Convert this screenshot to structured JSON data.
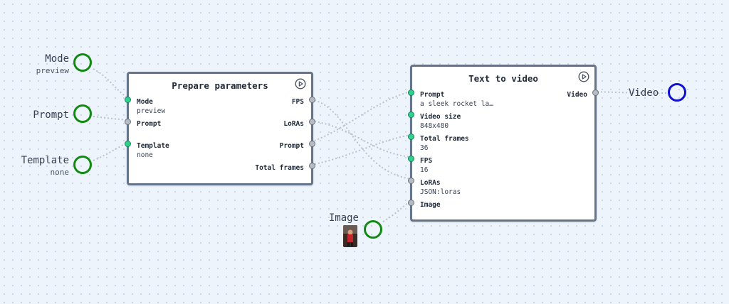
{
  "inputs": {
    "mode": {
      "label": "Mode",
      "value": "preview"
    },
    "prompt": {
      "label": "Prompt"
    },
    "template": {
      "label": "Template",
      "value": "none"
    },
    "image": {
      "label": "Image"
    }
  },
  "outputs": {
    "video": {
      "label": "Video"
    }
  },
  "nodes": {
    "prepare": {
      "title": "Prepare parameters",
      "inputs": [
        {
          "label": "Mode",
          "value": "preview"
        },
        {
          "label": "Prompt"
        },
        {
          "label": "Template",
          "value": "none"
        }
      ],
      "outputs": [
        {
          "label": "FPS"
        },
        {
          "label": "LoRAs"
        },
        {
          "label": "Prompt"
        },
        {
          "label": "Total frames"
        }
      ]
    },
    "t2v": {
      "title": "Text to video",
      "inputs": [
        {
          "label": "Prompt",
          "value": "a sleek rocket la…"
        },
        {
          "label": "Video size",
          "value": "848x480"
        },
        {
          "label": "Total frames",
          "value": "36"
        },
        {
          "label": "FPS",
          "value": "16"
        },
        {
          "label": "LoRAs",
          "value": "JSON:loras"
        },
        {
          "label": "Image"
        }
      ],
      "outputs": [
        {
          "label": "Video"
        }
      ]
    }
  },
  "icons": {
    "run": "play-circle-icon"
  },
  "colors": {
    "input_ring": "#138a13",
    "output_ring": "#1010d0",
    "connected_port": "#2fd18d",
    "node_border": "#64748b"
  }
}
